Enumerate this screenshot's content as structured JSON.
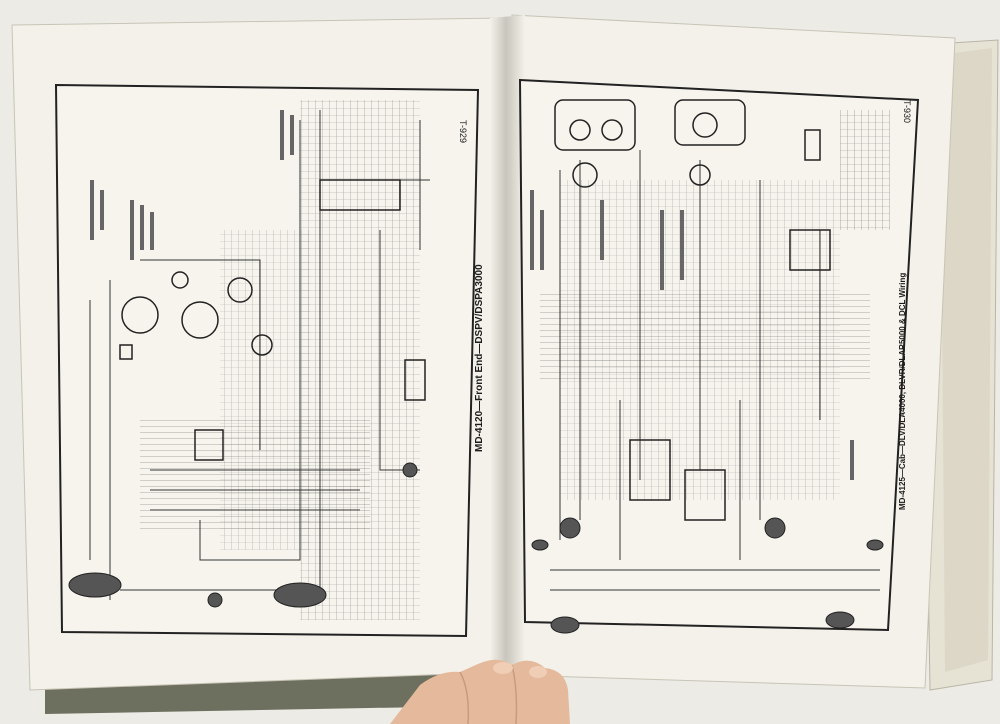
{
  "left_page": {
    "caption": "MD-4120—Front End—DSPV/DSPA3000",
    "page_number": "T-929"
  },
  "right_page": {
    "caption": "MD-4125—Cab—DLV/DLA4000, DLVR/DLAR5000 & DCL Wiring",
    "page_number": "T-930"
  },
  "colors": {
    "paper": "#f3f1e9",
    "ink": "#2a2a2a",
    "table_top": "#e9e8e3",
    "ruler": "#6e705f",
    "hand": "#e4b99c"
  }
}
